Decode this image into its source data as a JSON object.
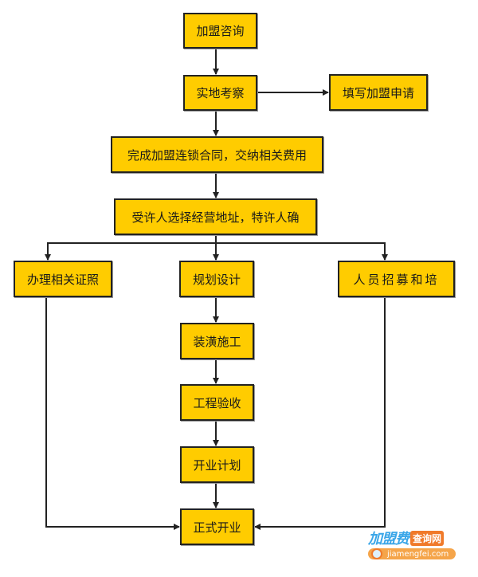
{
  "diagram": {
    "type": "flowchart",
    "title": "加盟流程",
    "colors": {
      "node_fill": "#FFCC00",
      "node_border": "#222222",
      "connector": "#222222"
    },
    "nodes": [
      {
        "id": "consult",
        "label": "加盟咨询"
      },
      {
        "id": "inspect",
        "label": "实地考察"
      },
      {
        "id": "apply",
        "label": "填写加盟申请"
      },
      {
        "id": "contract",
        "label": "完成加盟连锁合同，交纳相关费用"
      },
      {
        "id": "site",
        "label": "受许人选择经营地址，特许人确"
      },
      {
        "id": "license",
        "label": "办理相关证照"
      },
      {
        "id": "design",
        "label": "规划设计"
      },
      {
        "id": "staff",
        "label": "人员招募和培"
      },
      {
        "id": "decor",
        "label": "装潢施工"
      },
      {
        "id": "acceptance",
        "label": "工程验收"
      },
      {
        "id": "plan",
        "label": "开业计划"
      },
      {
        "id": "open",
        "label": "正式开业"
      }
    ],
    "edges": [
      {
        "from": "consult",
        "to": "inspect"
      },
      {
        "from": "inspect",
        "to": "apply"
      },
      {
        "from": "inspect",
        "to": "contract"
      },
      {
        "from": "contract",
        "to": "site"
      },
      {
        "from": "site",
        "to": "license"
      },
      {
        "from": "site",
        "to": "design"
      },
      {
        "from": "site",
        "to": "staff"
      },
      {
        "from": "design",
        "to": "decor"
      },
      {
        "from": "decor",
        "to": "acceptance"
      },
      {
        "from": "acceptance",
        "to": "plan"
      },
      {
        "from": "plan",
        "to": "open"
      },
      {
        "from": "license",
        "to": "open"
      },
      {
        "from": "staff",
        "to": "open"
      }
    ]
  },
  "watermark": {
    "brand": "加盟费",
    "badge": "查询网",
    "url": "jiamengfei.com"
  }
}
